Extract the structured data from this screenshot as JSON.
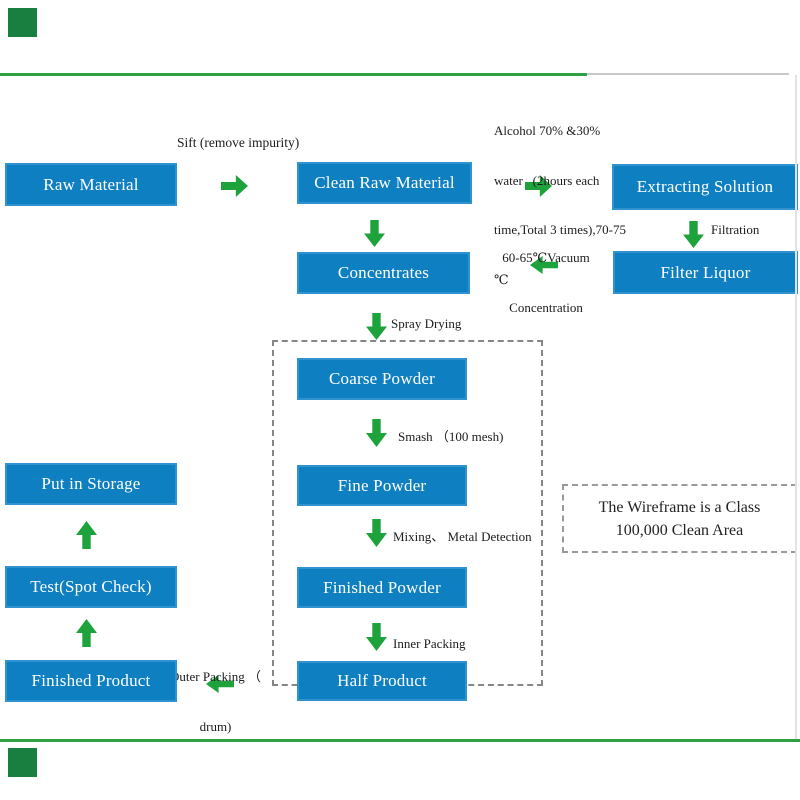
{
  "diagram": {
    "type": "process-flowchart",
    "boxes": [
      {
        "id": "raw-material",
        "label": "Raw Material"
      },
      {
        "id": "clean-raw-material",
        "label": "Clean Raw Material"
      },
      {
        "id": "extracting-solution",
        "label": "Extracting Solution"
      },
      {
        "id": "filter-liquor",
        "label": "Filter Liquor"
      },
      {
        "id": "concentrates",
        "label": "Concentrates"
      },
      {
        "id": "coarse-powder",
        "label": "Coarse Powder"
      },
      {
        "id": "fine-powder",
        "label": "Fine Powder"
      },
      {
        "id": "finished-powder",
        "label": "Finished Powder"
      },
      {
        "id": "half-product",
        "label": "Half Product"
      },
      {
        "id": "put-in-storage",
        "label": "Put in Storage"
      },
      {
        "id": "test-spot-check",
        "label": "Test(Spot Check)"
      },
      {
        "id": "finished-product",
        "label": "Finished Product"
      }
    ],
    "labels": {
      "sift": "Sift (remove impurity)",
      "alcohol_line1": "Alcohol 70% &30%",
      "alcohol_line2": "water   (2hours each",
      "alcohol_line3": "time,Total 3 times),70-75",
      "alcohol_line4": "℃",
      "vacuum_line1": "60-65℃Vacuum",
      "vacuum_line2": "Concentration",
      "filtration": "Filtration",
      "spray_drying": "Spray Drying",
      "smash": "Smash （100 mesh)",
      "mixing": "Mixing、 Metal Detection",
      "inner_packing": "Inner Packing",
      "outer_line1": "Outer Packing （",
      "outer_line2": "drum)",
      "clean_area_line1": "The Wireframe is a Class",
      "clean_area_line2": "100,000 Clean Area"
    },
    "colors": {
      "box_fill": "#0e7fc1",
      "box_border": "#3093d0",
      "arrow_green": "#1ea33c",
      "rule_green": "#2fa044",
      "rule_gray": "#c9c9c9",
      "corner_square_green": "#187f41",
      "dash_gray": "#868686",
      "text": "#1c1c1c"
    }
  }
}
